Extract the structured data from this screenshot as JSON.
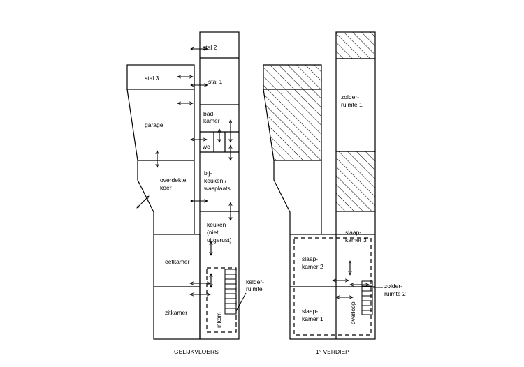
{
  "ground_floor": {
    "caption": "GELIJKVLOERS",
    "rooms": {
      "stal2": "stal 2",
      "stal1": "stal 1",
      "stal3": "stal 3",
      "badkamer": [
        "bad-",
        "kamer"
      ],
      "garage": "garage",
      "wc": "wc",
      "bijkeuken": [
        "bij-",
        "keuken /",
        "wasplaats"
      ],
      "overdekte_koer": [
        "overdekte",
        "koer"
      ],
      "keuken": [
        "keuken",
        "(niet",
        "uitgerust)"
      ],
      "eetkamer": "eetkamer",
      "zitkamer": "zitkamer",
      "inkom": "inkom",
      "kelderruimte": [
        "kelder-",
        "ruimte"
      ]
    }
  },
  "first_floor": {
    "caption": "1° VERDIEP",
    "rooms": {
      "zolderruimte1": [
        "zolder-",
        "ruimte 1"
      ],
      "slaapkamer3": [
        "slaap-",
        "kamer 3"
      ],
      "slaapkamer2": [
        "slaap-",
        "kamer 2"
      ],
      "slaapkamer1": [
        "slaap-",
        "kamer 1"
      ],
      "overloop": "overloop",
      "zolderruimte2": [
        "zolder-",
        "ruimte 2"
      ]
    }
  }
}
